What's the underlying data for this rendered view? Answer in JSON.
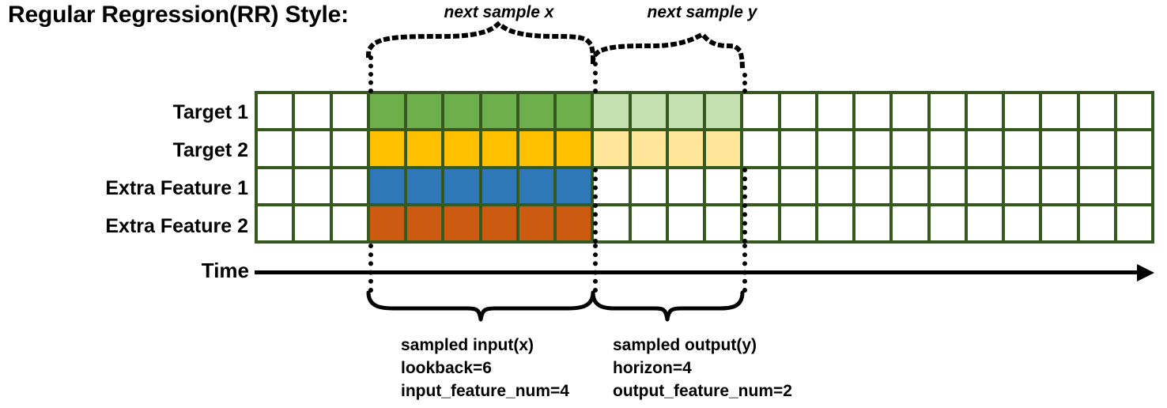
{
  "title": "Regular Regression(RR) Style:",
  "rows": [
    {
      "label": "Target 1",
      "dark": "#6CAF4B",
      "light": "#C4DFB0",
      "has_light": true
    },
    {
      "label": "Target 2",
      "dark": "#FFC000",
      "light": "#FFE699",
      "has_light": true
    },
    {
      "label": "Extra Feature 1",
      "dark": "#2E78B7",
      "light": "",
      "has_light": false
    },
    {
      "label": "Extra Feature 2",
      "dark": "#CC5A10",
      "light": "",
      "has_light": false
    }
  ],
  "grid": {
    "columns": 24,
    "dark_start_col": 4,
    "dark_end_col": 9,
    "light_start_col": 10,
    "light_end_col": 13,
    "border_color": "#36591F",
    "empty_color": "#FFFFFF"
  },
  "axis": {
    "label": "Time"
  },
  "top_annotations": [
    {
      "text": "next sample x"
    },
    {
      "text": "next sample y"
    }
  ],
  "bottom_annotations": [
    {
      "line1": "sampled input(x)",
      "line2": "lookback=6",
      "line3": "input_feature_num=4"
    },
    {
      "line1": "sampled output(y)",
      "line2": "horizon=4",
      "line3": "output_feature_num=2"
    }
  ],
  "chart_data": {
    "type": "diagram",
    "title": "Regular Regression(RR) Style:",
    "series": [
      {
        "name": "Target 1",
        "dark_cells": 6,
        "light_cells": 4
      },
      {
        "name": "Target 2",
        "dark_cells": 6,
        "light_cells": 4
      },
      {
        "name": "Extra Feature 1",
        "dark_cells": 6,
        "light_cells": 0
      },
      {
        "name": "Extra Feature 2",
        "dark_cells": 6,
        "light_cells": 0
      }
    ],
    "lookback": 6,
    "horizon": 4,
    "input_feature_num": 4,
    "output_feature_num": 2
  }
}
